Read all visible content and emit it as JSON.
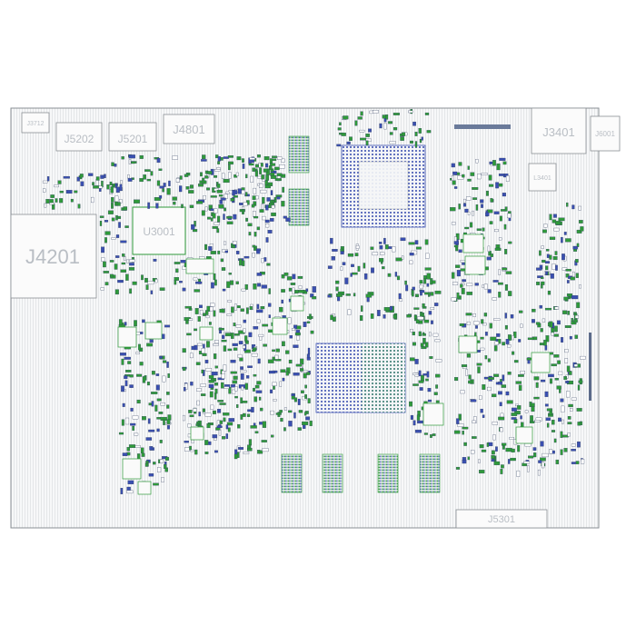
{
  "board": {
    "connectors": {
      "j3712": "J3712",
      "j5202": "J5202",
      "j5201": "J5201",
      "j4801": "J4801",
      "j3401": "J3401",
      "j6001": "J6001",
      "j4201": "J4201",
      "j5301": "J5301"
    },
    "chips": {
      "u3001": "U3001",
      "l3401": "L3401"
    },
    "colors": {
      "board_fill": "#f7f8f9",
      "board_stripe": "#d6dade",
      "board_edge": "#8a8f94",
      "pad_green": "#2f9a3a",
      "pad_blue": "#3a4fb0",
      "label": "#b9bec4",
      "component_outline": "#9aa0a6"
    }
  }
}
